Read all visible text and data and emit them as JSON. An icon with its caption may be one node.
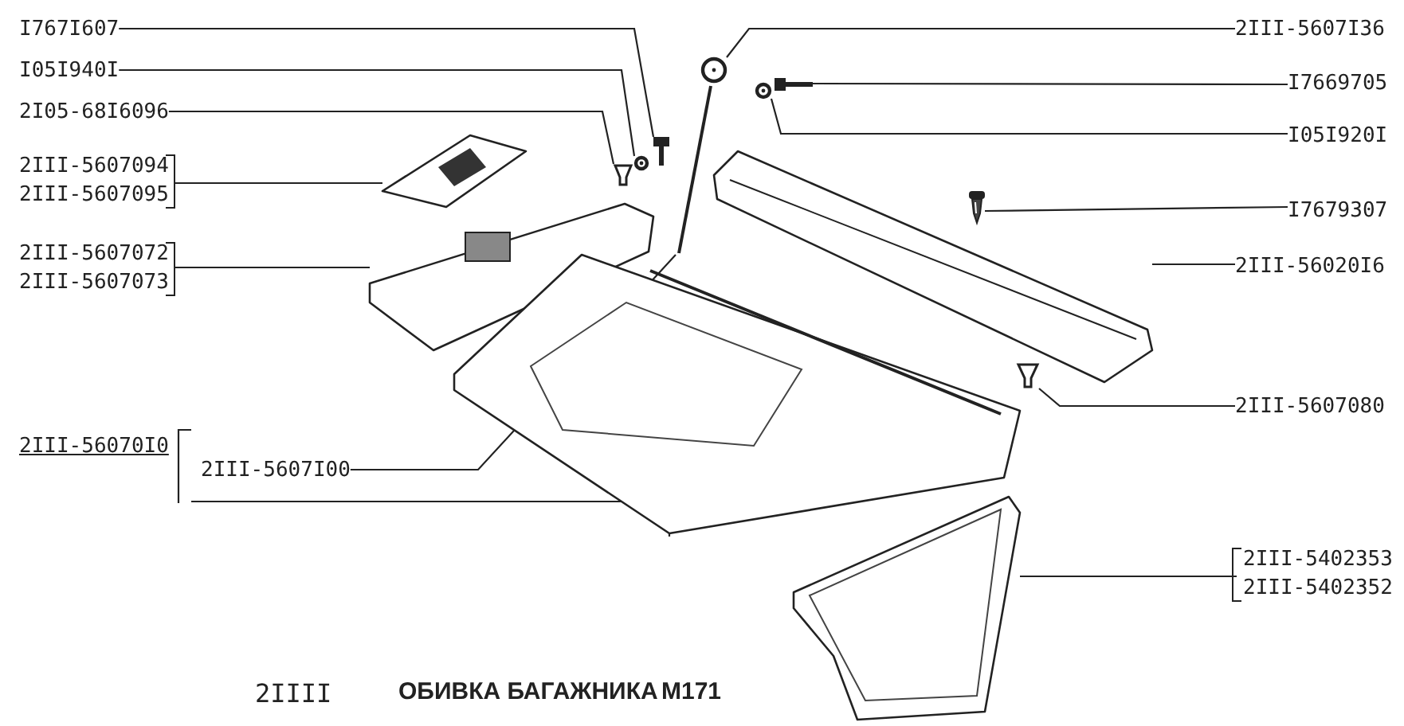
{
  "diagram": {
    "title": "ОБИВКА БАГАЖНИКА",
    "nodes": [
      {
        "text": [
          "I767I607"
        ]
      },
      {
        "text": [
          "I05I940I"
        ]
      },
      {
        "text": [
          "2I05-68I6096"
        ]
      },
      {
        "text": [
          "2III-5607094",
          "2III-5607095"
        ]
      },
      {
        "text": [
          "2III-5607072",
          "2III-5607073"
        ]
      },
      {
        "text": [
          "2III-56070I0"
        ]
      },
      {
        "text": [
          "2III-5607I00"
        ]
      },
      {
        "text": [
          "2III-5607I36"
        ]
      },
      {
        "text": [
          "I7669705"
        ]
      },
      {
        "text": [
          "I05I920I"
        ]
      },
      {
        "text": [
          "I7679307"
        ]
      },
      {
        "text": [
          "2III-56020I6"
        ]
      },
      {
        "text": [
          "2III-5607080"
        ]
      },
      {
        "text": [
          "2III-5402353",
          "2III-5402352"
        ]
      },
      {
        "text": [],
        "shape": "picture"
      },
      {
        "text": [],
        "shape": "circle"
      },
      {
        "text": [],
        "shape": "picture"
      },
      {
        "text": [],
        "shape": "picture"
      },
      {
        "text": [],
        "shape": "picture"
      },
      {
        "text": [],
        "shape": "picture"
      },
      {
        "text": [],
        "shape": "picture"
      },
      {
        "text": [],
        "shape": "circle"
      },
      {
        "text": [],
        "shape": "picture"
      },
      {
        "text": [],
        "shape": "circle"
      },
      {
        "text": [],
        "shape": "picture"
      },
      {
        "text": [],
        "shape": "picture"
      },
      {
        "text": [],
        "shape": "picture"
      },
      {
        "text": [],
        "shape": "picture"
      }
    ],
    "edges": [
      {
        "from": 0,
        "to": 14,
        "arrow": "none"
      },
      {
        "from": 1,
        "to": 15,
        "arrow": "none"
      },
      {
        "from": 2,
        "to": 16,
        "arrow": "none"
      },
      {
        "from": 3,
        "to": 17,
        "arrow": "none"
      },
      {
        "from": 4,
        "to": 18,
        "arrow": "none"
      },
      {
        "from": 5,
        "to": 19,
        "arrow": "none"
      },
      {
        "from": 6,
        "to": 20,
        "arrow": "none"
      },
      {
        "from": 7,
        "to": 21,
        "arrow": "none"
      },
      {
        "from": 8,
        "to": 22,
        "arrow": "none"
      },
      {
        "from": 9,
        "to": 23,
        "arrow": "none"
      },
      {
        "from": 10,
        "to": 24,
        "arrow": "none"
      },
      {
        "from": 11,
        "to": 25,
        "arrow": "none"
      },
      {
        "from": 12,
        "to": 26,
        "arrow": "none"
      },
      {
        "from": 13,
        "to": 27,
        "arrow": "none"
      }
    ],
    "labels": [
      "2IIII",
      "M171"
    ]
  }
}
